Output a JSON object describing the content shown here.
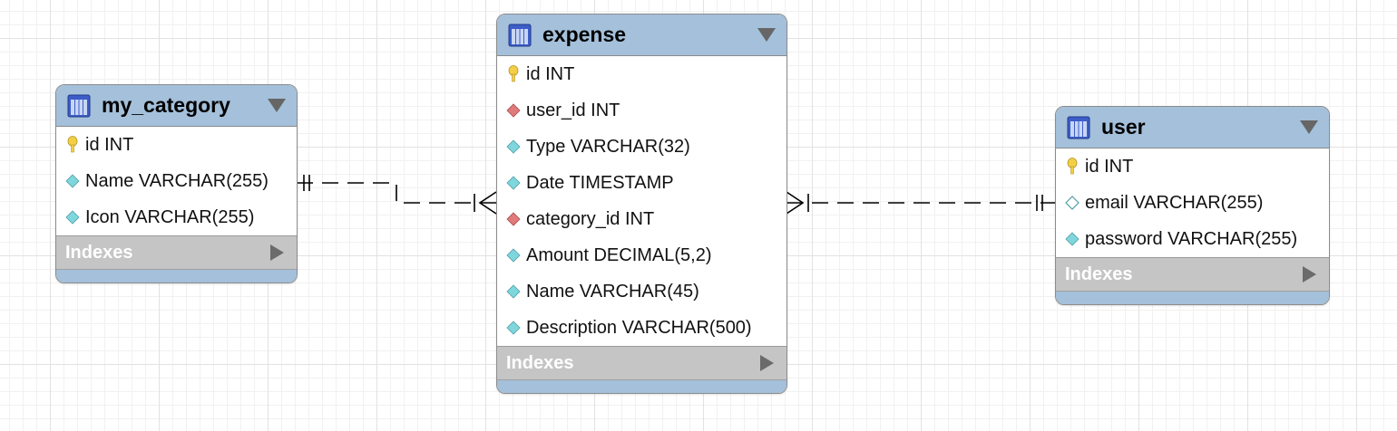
{
  "diagram": {
    "tables": [
      {
        "name": "my_category",
        "columns": [
          {
            "text": "id INT",
            "kind": "primary-key"
          },
          {
            "text": "Name VARCHAR(255)",
            "kind": "column"
          },
          {
            "text": "Icon VARCHAR(255)",
            "kind": "column"
          }
        ],
        "indexes_label": "Indexes"
      },
      {
        "name": "expense",
        "columns": [
          {
            "text": "id INT",
            "kind": "primary-key"
          },
          {
            "text": "user_id INT",
            "kind": "foreign-key"
          },
          {
            "text": "Type VARCHAR(32)",
            "kind": "column"
          },
          {
            "text": "Date TIMESTAMP",
            "kind": "column"
          },
          {
            "text": "category_id INT",
            "kind": "foreign-key"
          },
          {
            "text": "Amount DECIMAL(5,2)",
            "kind": "column"
          },
          {
            "text": "Name VARCHAR(45)",
            "kind": "column"
          },
          {
            "text": "Description VARCHAR(500)",
            "kind": "column"
          }
        ],
        "indexes_label": "Indexes"
      },
      {
        "name": "user",
        "columns": [
          {
            "text": "id INT",
            "kind": "primary-key"
          },
          {
            "text": "email VARCHAR(255)",
            "kind": "column-nullable"
          },
          {
            "text": "password VARCHAR(255)",
            "kind": "column"
          }
        ],
        "indexes_label": "Indexes"
      }
    ],
    "relationships": [
      {
        "from": "my_category",
        "to": "expense",
        "from_end": "one-and-only-one",
        "to_end": "one-or-many",
        "line_style": "dashed"
      },
      {
        "from": "expense",
        "to": "user",
        "from_end": "one-or-many",
        "to_end": "one-and-only-one",
        "line_style": "dashed"
      }
    ],
    "colors": {
      "header": "#a4c0da",
      "indexes_bar": "#c5c5c5",
      "primary_key": "#f2cf45",
      "foreign_key": "#e07b7b",
      "column": "#7fd6dc",
      "connector": "#000000"
    },
    "icons": {
      "table": "table-icon",
      "collapse": "collapse-triangle-icon",
      "expand": "expand-triangle-icon",
      "primary-key": "key-icon",
      "foreign-key": "foreign-key-diamond-icon",
      "column": "column-diamond-icon",
      "column-nullable": "nullable-column-diamond-icon"
    }
  }
}
